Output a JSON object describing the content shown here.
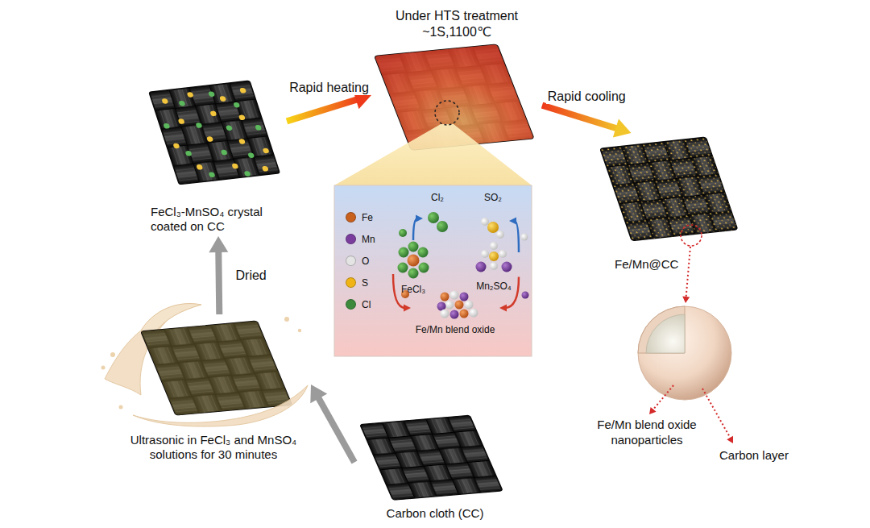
{
  "diagram": {
    "nodes": [
      {
        "text": [
          "Carbon cloth (CC)"
        ]
      },
      {
        "text": [
          "Ultrasonic in FeCl₃ and MnSO₄ solutions for 30 minutes"
        ]
      },
      {
        "text": [
          "FeCl₃-MnSO₄ crystal coated on CC"
        ]
      },
      {
        "text": [
          "Under HTS treatment ~1S,1100℃"
        ]
      },
      {
        "text": [
          "Fe/Mn@CC"
        ]
      },
      {
        "text": [
          "Cl₂"
        ]
      },
      {
        "text": [
          "SO₂"
        ]
      },
      {
        "text": [
          "FeCl₃"
        ]
      },
      {
        "text": [
          "Mn₂SO₄"
        ]
      },
      {
        "text": [
          "Fe/Mn blend oxide"
        ]
      }
    ],
    "edges": [
      {
        "from": 0,
        "to": 1,
        "arrow": "to"
      },
      {
        "from": 1,
        "to": 2,
        "label": "Dried",
        "arrow": "to"
      },
      {
        "from": 2,
        "to": 3,
        "label": "Rapid heating",
        "arrow": "to"
      },
      {
        "from": 3,
        "to": 4,
        "label": "Rapid cooling",
        "arrow": "to"
      },
      {
        "from": 7,
        "to": 5,
        "arrow": "to"
      },
      {
        "from": 8,
        "to": 6,
        "arrow": "to"
      },
      {
        "from": 7,
        "to": 9,
        "arrow": "to"
      },
      {
        "from": 8,
        "to": 9,
        "arrow": "to"
      }
    ],
    "labels": [
      "Fe/Mn blend oxide nanoparticles",
      "Carbon layer"
    ],
    "legend": [
      {
        "text": "Fe",
        "color": "#c8601e"
      },
      {
        "text": "Mn",
        "color": "#7a3d9e"
      },
      {
        "text": "O",
        "color": "#e4e4e4"
      },
      {
        "text": "S",
        "color": "#f0b416"
      },
      {
        "text": "Cl",
        "color": "#3d8a3d"
      }
    ]
  }
}
